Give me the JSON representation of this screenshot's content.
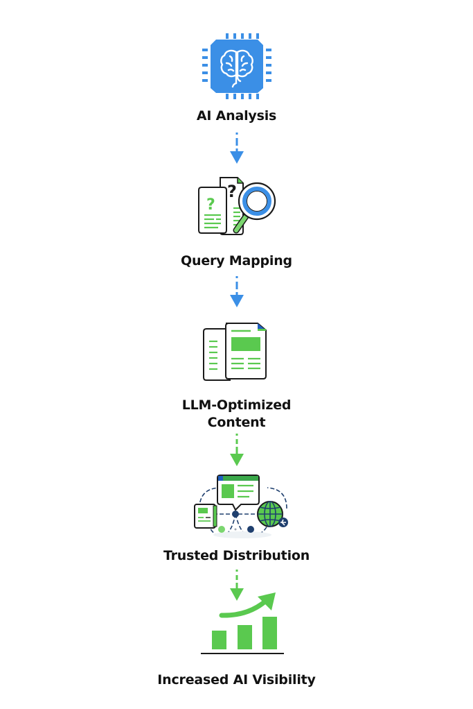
{
  "diagram": {
    "type": "vertical-flow",
    "colors": {
      "blue": "#3b8fe6",
      "green": "#5ac94f",
      "dark": "#1a1a1a",
      "navy": "#1f3f6e"
    },
    "steps": [
      {
        "id": "ai-analysis",
        "label": "AI Analysis",
        "icon": "ai-chip-brain-icon"
      },
      {
        "id": "query-mapping",
        "label": "Query Mapping",
        "icon": "documents-magnifier-icon"
      },
      {
        "id": "llm-optimized-content",
        "label_line1": "LLM-Optimized",
        "label_line2": "Content",
        "icon": "documents-icon"
      },
      {
        "id": "trusted-distribution",
        "label": "Trusted Distribution",
        "icon": "network-distribution-icon"
      },
      {
        "id": "increased-ai-visibility",
        "label": "Increased AI Visibility",
        "icon": "growth-bar-chart-icon"
      }
    ],
    "arrows": [
      {
        "from": "ai-analysis",
        "to": "query-mapping",
        "color": "blue",
        "style": "dashed"
      },
      {
        "from": "query-mapping",
        "to": "llm-optimized-content",
        "color": "blue",
        "style": "dashed"
      },
      {
        "from": "llm-optimized-content",
        "to": "trusted-distribution",
        "color": "green",
        "style": "dashed"
      },
      {
        "from": "trusted-distribution",
        "to": "increased-ai-visibility",
        "color": "green",
        "style": "dashed"
      }
    ],
    "question_mark": "?"
  }
}
